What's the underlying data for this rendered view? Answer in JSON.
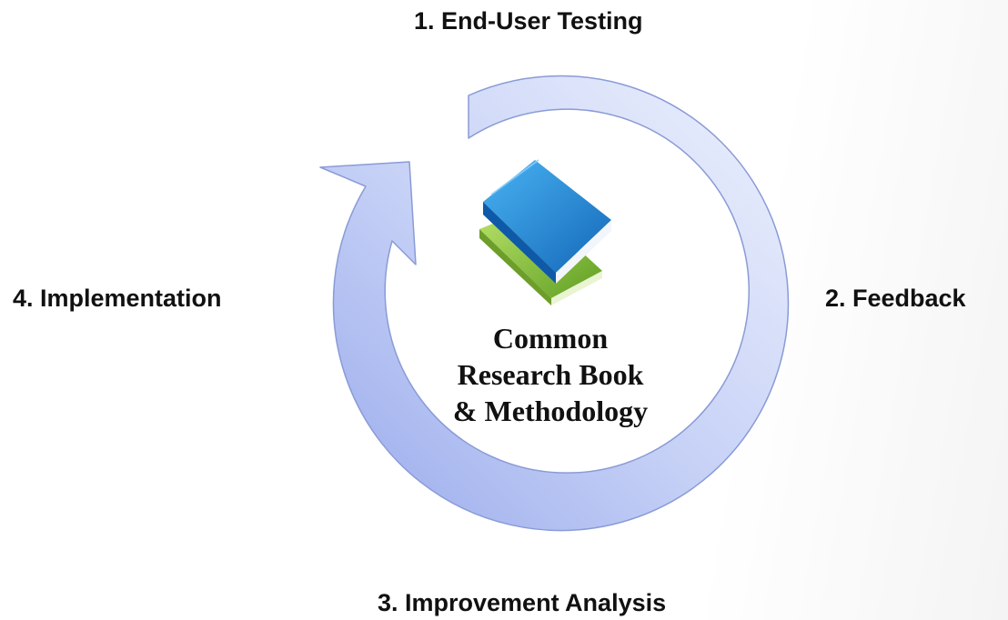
{
  "steps": [
    {
      "label": "1. End-User Testing"
    },
    {
      "label": "2. Feedback"
    },
    {
      "label": "3. Improvement Analysis"
    },
    {
      "label": "4. Implementation"
    }
  ],
  "center": {
    "line1": "Common",
    "line2": "Research Book",
    "line3": "& Methodology"
  },
  "colors": {
    "arrow_light": "#e3e9fb",
    "arrow_dark": "#9fb0ec",
    "arrow_stroke": "#8a9bd6",
    "book_blue": "#1f8fdc",
    "book_green": "#8cc63f"
  },
  "icons": {
    "center_icon": "books-icon"
  }
}
